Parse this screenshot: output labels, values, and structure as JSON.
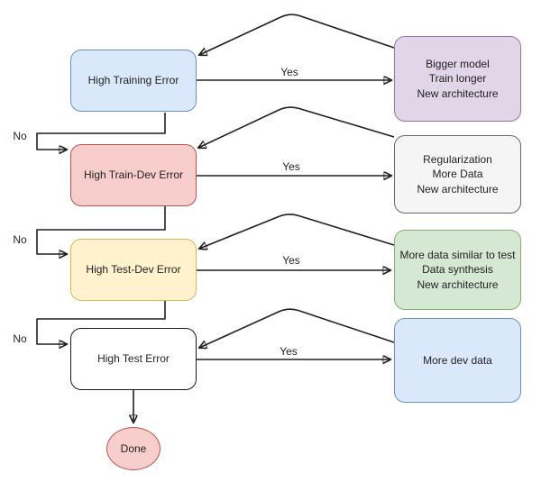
{
  "labels": {
    "yes": "Yes",
    "no": "No"
  },
  "nodes": {
    "high_training_error": {
      "label": "High Training Error",
      "fill": "#dae8fc",
      "stroke": "#6c8ebf"
    },
    "high_train_dev_error": {
      "label": "High Train-Dev Error",
      "fill": "#f8cecc",
      "stroke": "#b85450"
    },
    "high_test_dev_error": {
      "label": "High Test-Dev Error",
      "fill": "#fff2cc",
      "stroke": "#d6b656"
    },
    "high_test_error": {
      "label": "High Test Error",
      "fill": "#ffffff",
      "stroke": "#1a1a1a"
    },
    "done": {
      "label": "Done",
      "fill": "#f8cecc",
      "stroke": "#b85450"
    },
    "bigger_model": {
      "lines": [
        "Bigger model",
        "Train longer",
        "New architecture"
      ],
      "fill": "#e1d5e7",
      "stroke": "#9673a6"
    },
    "regularization": {
      "lines": [
        "Regularization",
        "More Data",
        "New architecture"
      ],
      "fill": "#f5f5f5",
      "stroke": "#666666"
    },
    "more_data_similar": {
      "lines": [
        "More data similar to test",
        "Data synthesis",
        "New architecture"
      ],
      "fill": "#d5e8d4",
      "stroke": "#82b366"
    },
    "more_dev_data": {
      "lines": [
        "More dev data"
      ],
      "fill": "#dae8fc",
      "stroke": "#6c8ebf"
    }
  },
  "style": {
    "connector_color": "#1f1f1f",
    "background": "#ffffff"
  }
}
